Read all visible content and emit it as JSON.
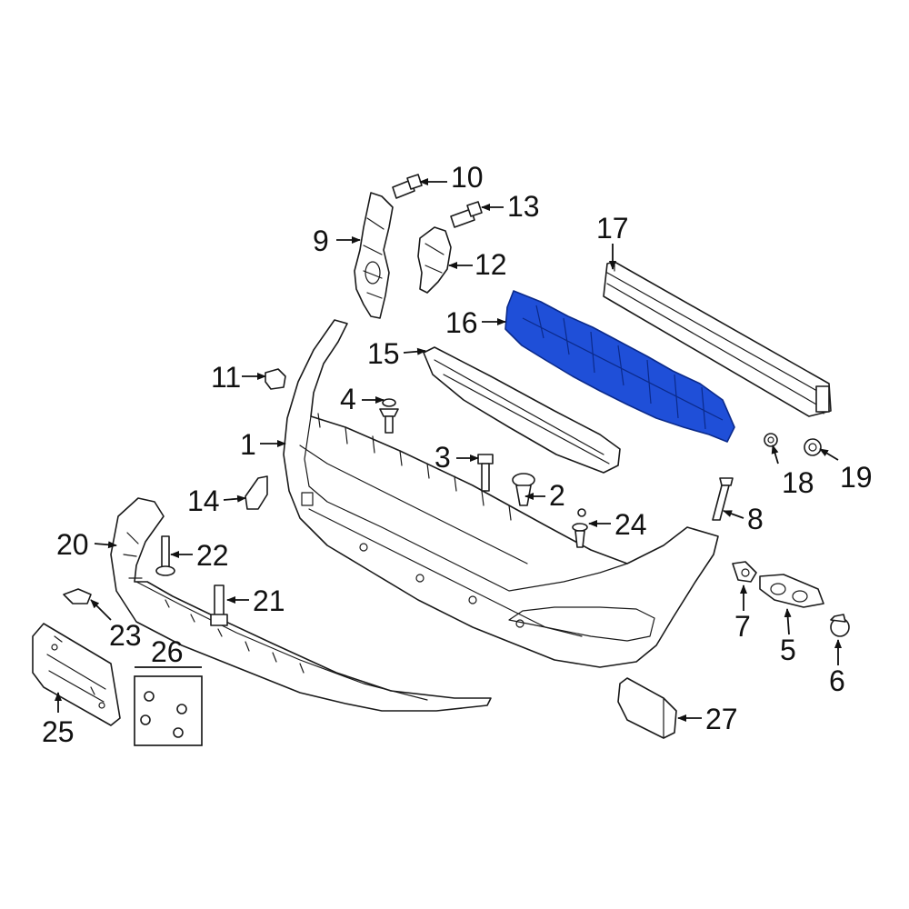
{
  "callouts": {
    "c1": "1",
    "c2": "2",
    "c3": "3",
    "c4": "4",
    "c5": "5",
    "c6": "6",
    "c7": "7",
    "c8": "8",
    "c9": "9",
    "c10": "10",
    "c11": "11",
    "c12": "12",
    "c13": "13",
    "c14": "14",
    "c15": "15",
    "c16": "16",
    "c17": "17",
    "c18": "18",
    "c19": "19",
    "c20": "20",
    "c21": "21",
    "c22": "22",
    "c23": "23",
    "c24": "24",
    "c25": "25",
    "c26": "26",
    "c27": "27"
  },
  "highlight_color": "#1f4fd8",
  "highlighted_part": "16"
}
